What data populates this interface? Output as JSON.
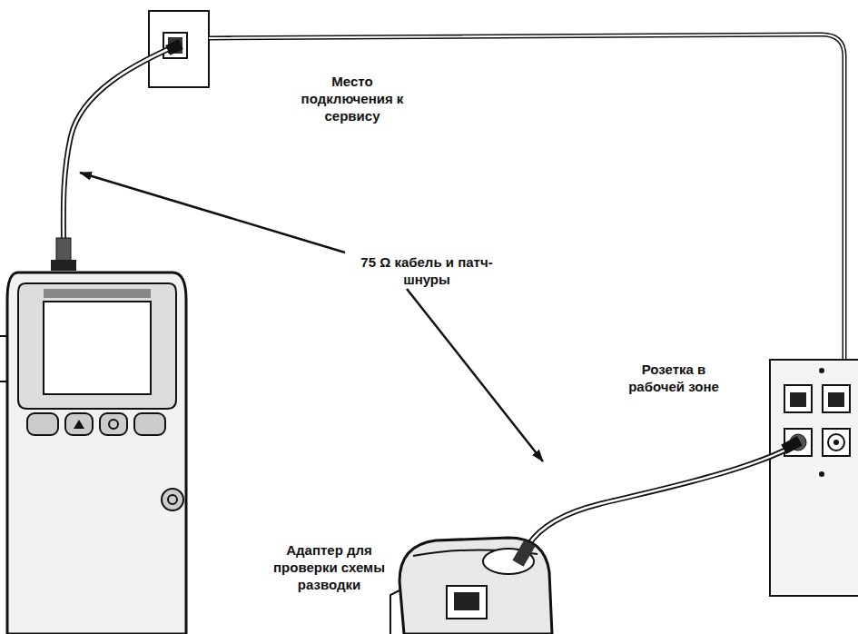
{
  "diagram": {
    "labels": [
      "Место подключения к сервису",
      "75 Ω кабель и патч-шнуры",
      "Розетка в рабочей зоне",
      "Адаптер для проверки схемы разводки"
    ]
  }
}
